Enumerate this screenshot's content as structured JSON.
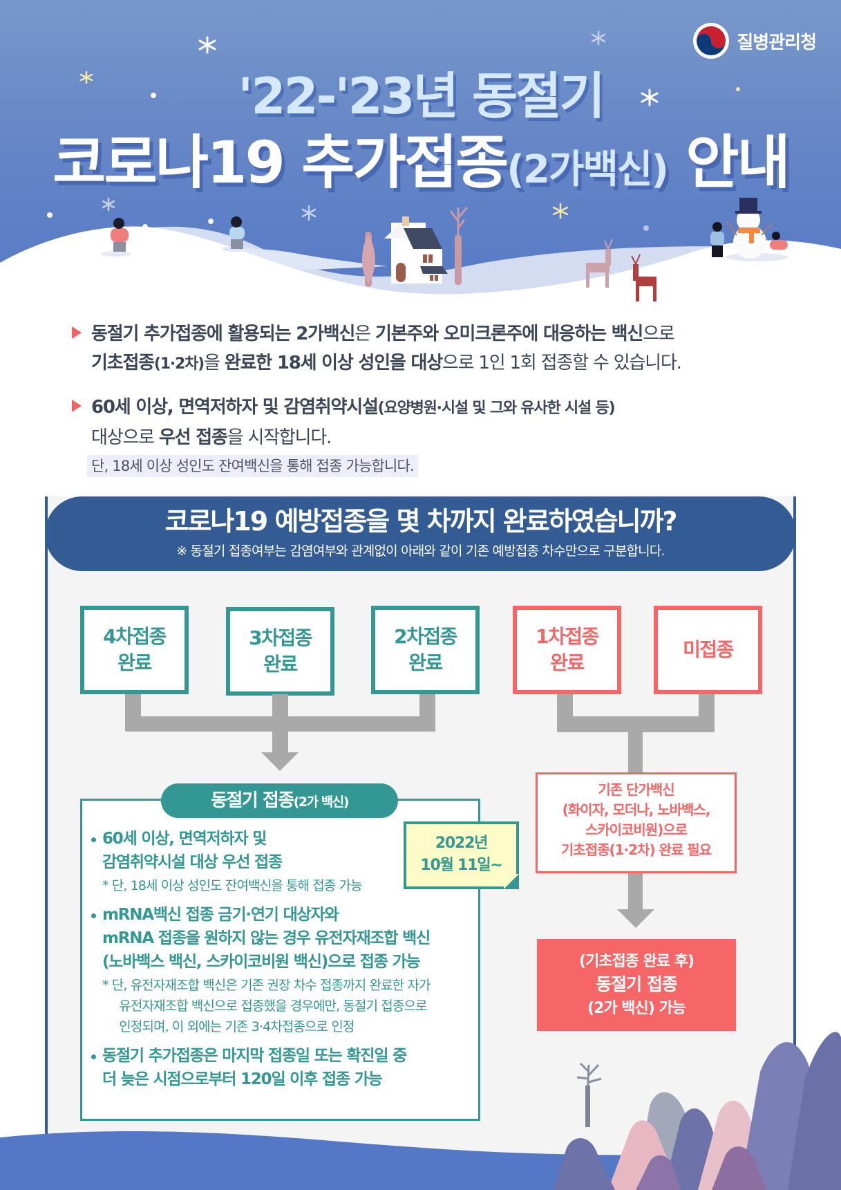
{
  "brand": {
    "name": "질병관리청",
    "logo_icon": "taegeuk-emblem-icon"
  },
  "title": {
    "line1": "'22-'23년 동절기",
    "line2_main": "코로나19 추가접종",
    "line2_sub": "(2가백신)",
    "line2_end": "안내"
  },
  "intro": {
    "bullets": [
      {
        "lines": [
          [
            {
              "text": "동절기 추가접종에 활용되는 2가백신",
              "bold": true
            },
            {
              "text": "은 ",
              "bold": false
            },
            {
              "text": "기본주와 오미크론주에 대응하는 백신",
              "bold": true
            },
            {
              "text": "으로",
              "bold": false
            }
          ],
          [
            {
              "text": "기초접종",
              "bold": true
            },
            {
              "text": "(1·2차)",
              "bold": true,
              "small": true
            },
            {
              "text": "을 ",
              "bold": false
            },
            {
              "text": "완료한 18세 이상 성인을 대상",
              "bold": true
            },
            {
              "text": "으로 1인 1회 접종할 수 있습니다.",
              "bold": false
            }
          ]
        ]
      },
      {
        "lines": [
          [
            {
              "text": "60세 이상, 면역저하자 및 감염취약시설",
              "bold": true
            },
            {
              "text": "(요양병원·시설 및 그와 유사한 시설 등)",
              "bold": true,
              "small": true
            }
          ],
          [
            {
              "text": "대상으로 ",
              "bold": false
            },
            {
              "text": "우선 접종",
              "bold": true
            },
            {
              "text": "을 시작합니다.",
              "bold": false
            }
          ]
        ],
        "note": "단, 18세 이상 성인도 잔여백신을 통해 접종 가능합니다."
      }
    ]
  },
  "panel": {
    "question": "코로나19 예방접종을 몇 차까지 완료하였습니까?",
    "question_note": "※ 동절기 접종여부는 감염여부와 관계없이 아래와 같이 기존 예방접종 차수만으로 구분합니다.",
    "status_boxes": [
      {
        "line1": "4차접종",
        "line2": "완료",
        "group": "teal"
      },
      {
        "line1": "3차접종",
        "line2": "완료",
        "group": "teal"
      },
      {
        "line1": "2차접종",
        "line2": "완료",
        "group": "teal"
      },
      {
        "line1": "1차접종",
        "line2": "완료",
        "group": "red"
      },
      {
        "line1": "미접종",
        "line2": "",
        "group": "red"
      }
    ],
    "winter": {
      "tab_main": "동절기 접종",
      "tab_sub": "(2가 백신)",
      "date_line1": "2022년",
      "date_line2": "10월 11일~",
      "items": [
        {
          "main": [
            "60세 이상, 면역저하자 및",
            "감염취약시설 대상 우선 접종"
          ],
          "foot": [
            "* 단, 18세 이상 성인도 잔여백신을 통해 접종 가능"
          ]
        },
        {
          "main": [
            "mRNA백신 접종 금기·연기 대상자와",
            "mRNA 접종을 원하지 않는 경우 유전자재조합 백신",
            "(노바백스 백신, 스카이코비원 백신)으로 접종 가능"
          ],
          "foot": [
            "* 단, 유전자재조합 백신은 기존 권장 차수 접종까지 완료한 자가",
            "유전자재조합 백신으로 접종했을 경우에만, 동절기 접종으로",
            "인정되며, 이 외에는 기존 3·4차접종으로 인정"
          ]
        },
        {
          "main": [
            "동절기 추가접종은 마지막 접종일 또는 확진일 중",
            "더 늦은 시점으로부터 120일 이후 접종 가능"
          ],
          "foot": []
        }
      ]
    },
    "prereq": {
      "lines": [
        "기존 단가백신",
        "(화이자, 모더나, 노바백스,",
        "스카이코비원)으로",
        "기초접종(1·2차) 완료 필요"
      ]
    },
    "result": {
      "line1": "(기초접종 완료 후)",
      "line2": "동절기 접종",
      "line3": "(2가 백신) 가능"
    }
  },
  "colors": {
    "hero_blue": "#6686c6",
    "panel_navy": "#345c94",
    "teal": "#339893",
    "coral": "#f66666",
    "connector_gray": "#a9a9a9",
    "note_yellow": "#fdfbc8",
    "panel_bg": "#f4f4f4"
  }
}
